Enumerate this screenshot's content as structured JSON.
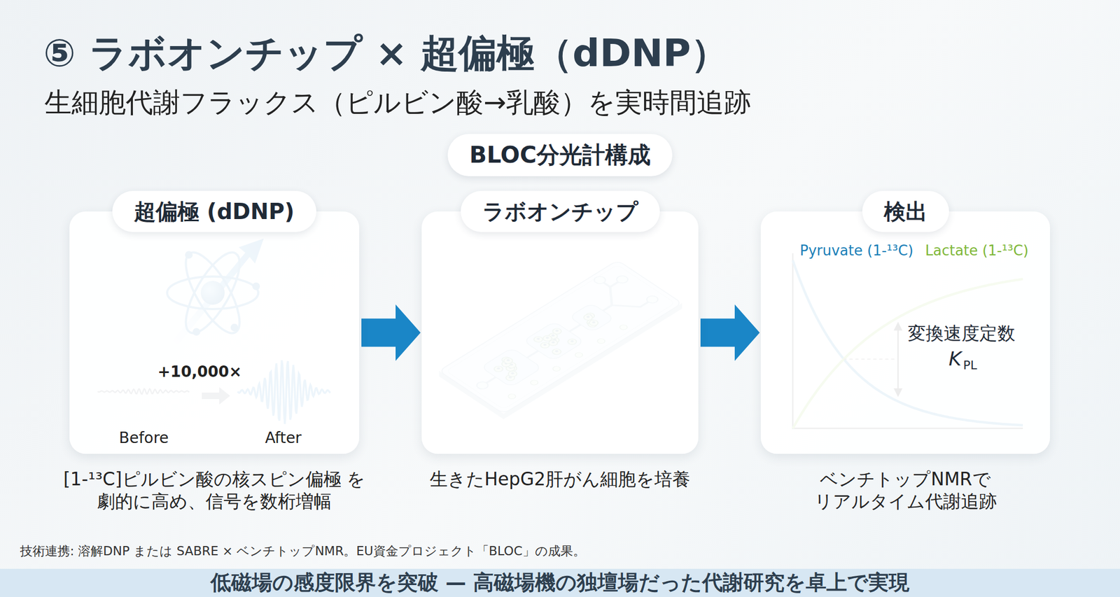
{
  "diagram": {
    "title": "⑤ ラボオンチップ × 超偏極（dDNP）",
    "caption": "生細胞代謝フラックス（ピルビン酸→乳酸）を実時間追跡",
    "nodes": [
      {
        "text": [
          "BLOC分光計構成"
        ]
      },
      {
        "text": [
          "[1-¹³C]ピルビン酸の核スピン偏極 を劇的に高め、信号を数桁増幅"
        ]
      },
      {
        "text": [
          "超偏極 (dDNP)"
        ],
        "in": 1
      },
      {
        "text": [
          "生きたHepG2肝がん細胞を培養"
        ]
      },
      {
        "text": [
          "ラボオンチップ"
        ],
        "in": 3
      },
      {
        "text": [
          "ベンチトップNMRで リアルタイム代謝追跡"
        ]
      },
      {
        "text": [
          "検出"
        ],
        "in": 5
      },
      {
        "text": [
          "低磁場の感度限界を突破 — 高磁場機の独壇場だった代謝研究を卓上で実現"
        ]
      }
    ],
    "edges": [
      {
        "from": 1,
        "to": 3,
        "arrow": "to"
      },
      {
        "from": 3,
        "to": 5,
        "arrow": "to"
      }
    ],
    "labels": [
      "+10,000×",
      "Before",
      "After",
      "Pyruvate (1-¹³C)",
      "Lactate (1-¹³C)",
      "変換速度定数",
      "K",
      "PL",
      "技術連携: 溶解DNP または SABRE × ベンチトップNMR。EU資金プロジェクト「BLOC」の成果。"
    ]
  }
}
